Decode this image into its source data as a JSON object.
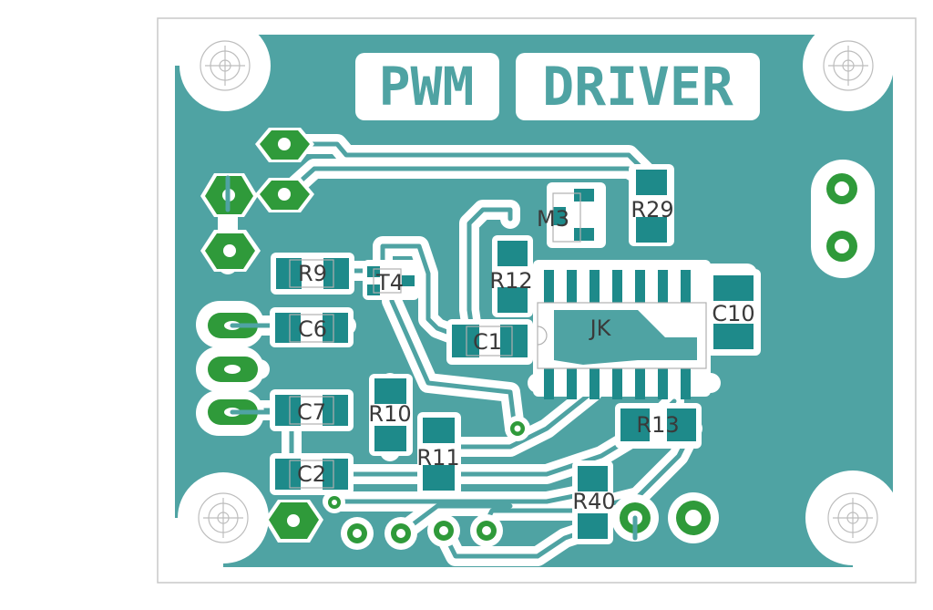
{
  "board": {
    "title_left": "PWM",
    "title_right": "DRIVER"
  },
  "components": {
    "m3": "M3",
    "r29": "R29",
    "r9": "R9",
    "t4": "T4",
    "r12": "R12",
    "c6": "C6",
    "c1": "C1",
    "jk": "JK",
    "c10": "C10",
    "c7": "C7",
    "r10": "R10",
    "r13": "R13",
    "r11": "R11",
    "c2": "C2",
    "r40": "R40"
  },
  "colors": {
    "copper": "#4fa3a3",
    "pad": "#2f9a3a",
    "pad_smd": "#1e8a8a",
    "clearance": "#ffffff",
    "silkscreen": "#b0b0b0",
    "label": "#3a3a3a"
  }
}
